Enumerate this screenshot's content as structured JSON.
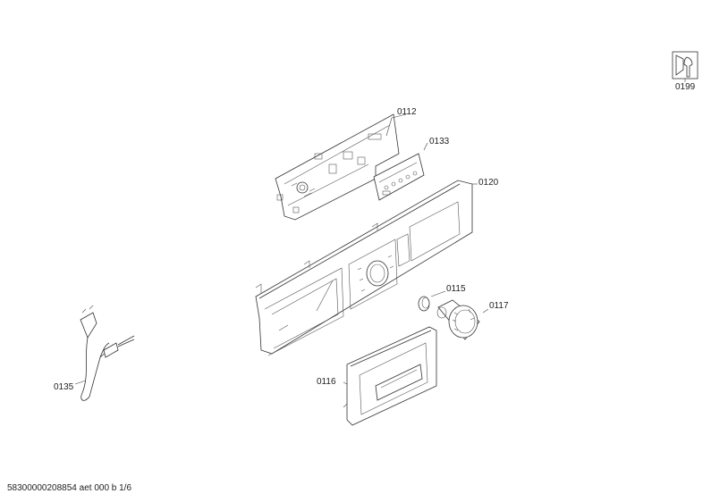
{
  "parts": {
    "p0112": "0112",
    "p0133": "0133",
    "p0120": "0120",
    "p0115": "0115",
    "p0117": "0117",
    "p0116": "0116",
    "p0135": "0135",
    "p0199": "0199"
  },
  "footer": {
    "doc_id": "58300000208854 aet 000 b 1/6"
  },
  "icons": {
    "service": "wrench-manual-icon"
  }
}
